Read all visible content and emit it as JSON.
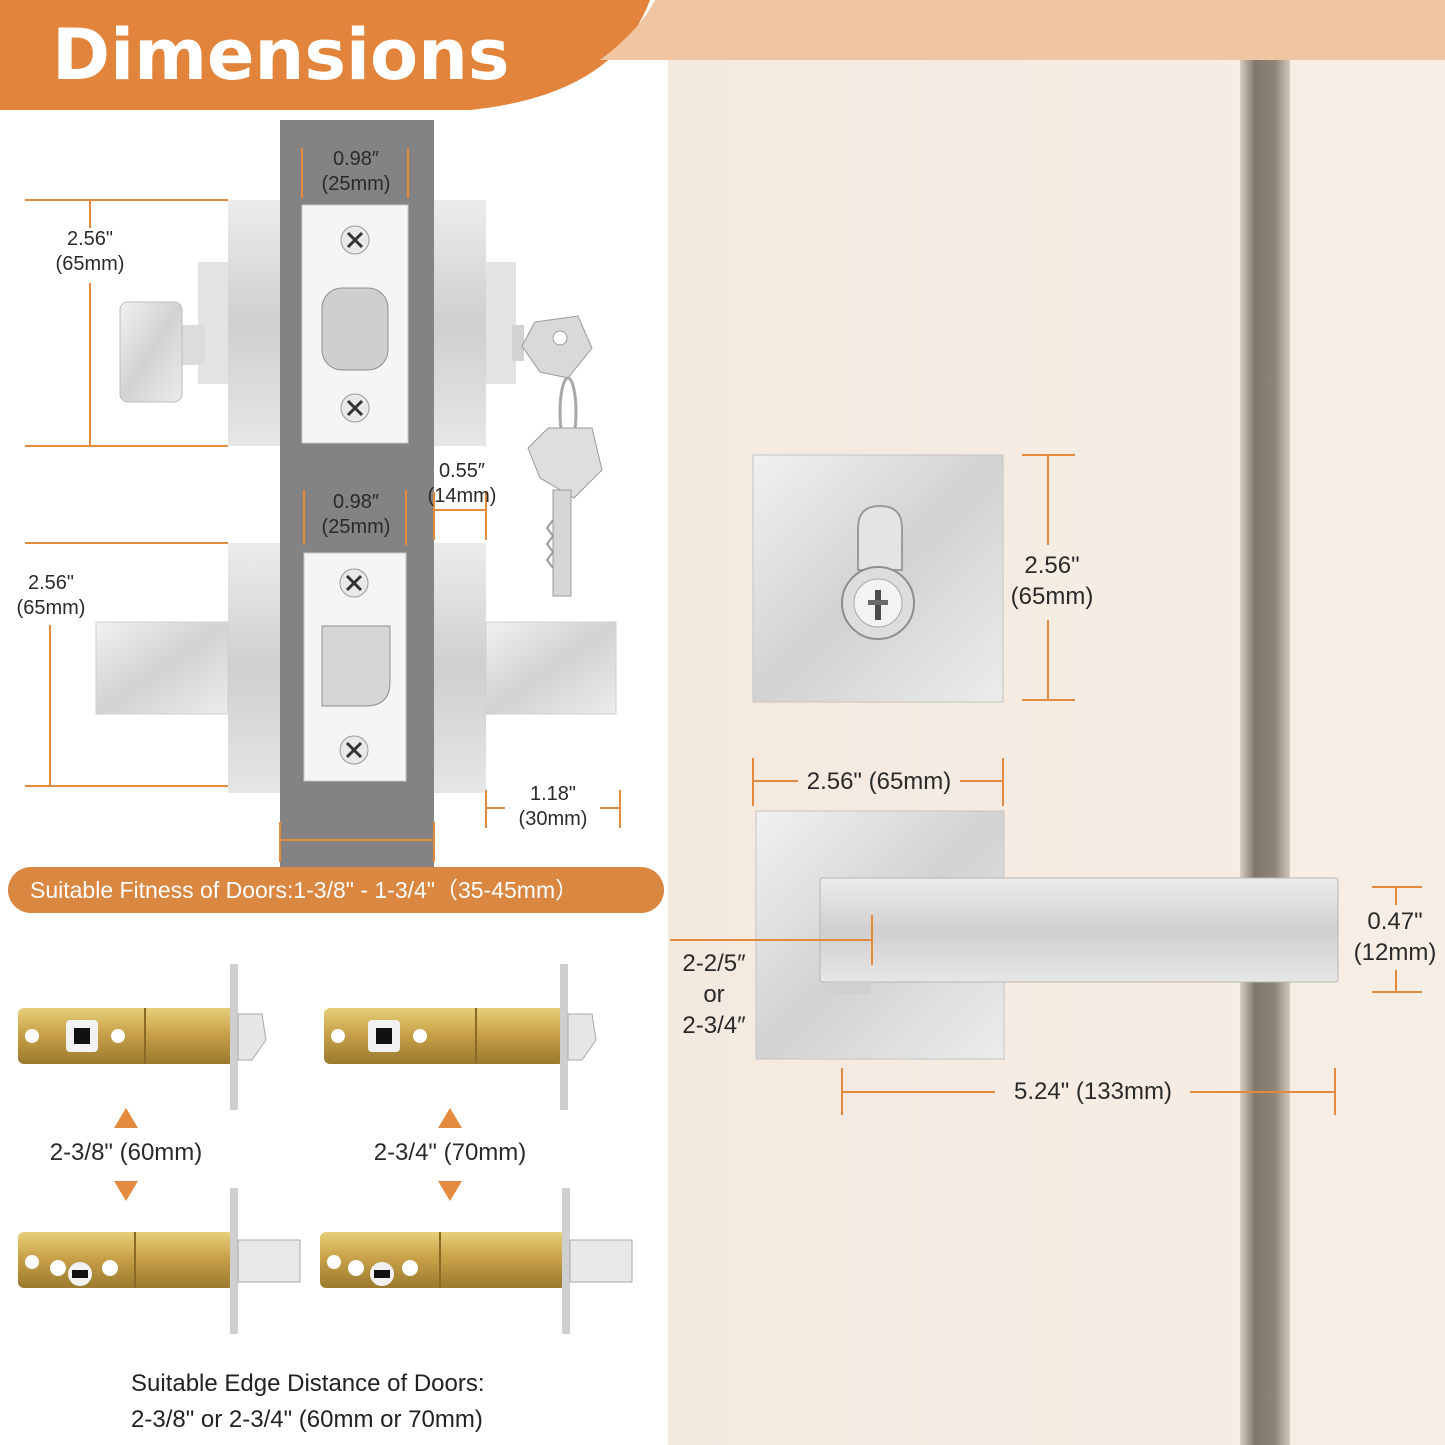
{
  "title": "Dimensions",
  "colors": {
    "accent": "#e2843b",
    "accent_light": "#f1c5a2",
    "dim_line": "#e38a3e",
    "door": "#f5ebe2",
    "frame": "#8b8276",
    "satin_nickel": "#d8d8d8",
    "brass": "#c9a24a",
    "gray_strip": "#838383"
  },
  "icons": [
    "phillips-screw-icon",
    "key-icon",
    "keyhole-icon",
    "arrow-up-icon",
    "arrow-down-icon"
  ],
  "deadbolt_exploded": {
    "faceplate_width": {
      "in": "0.98″",
      "mm": "(25mm)"
    },
    "rose_height": {
      "in": "2.56\"",
      "mm": "(65mm)"
    }
  },
  "lever_exploded": {
    "faceplate_width": {
      "in": "0.98″",
      "mm": "(25mm)"
    },
    "rose_height": {
      "in": "2.56\"",
      "mm": "(65mm)"
    },
    "rose_thickness": {
      "in": "0.55″",
      "mm": "(14mm)"
    },
    "lever_depth": {
      "in": "1.18\"",
      "mm": "(30mm)"
    }
  },
  "fitness_banner": "Suitable Fitness of Doors:1-3/8\" - 1-3/4\"（35-45mm）",
  "latch_options": [
    {
      "label": "2-3/8\" (60mm)"
    },
    {
      "label": "2-3/4\" (70mm)"
    }
  ],
  "edge_note": {
    "line1": "Suitable Edge Distance of Doors:",
    "line2": "2-3/8\" or 2-3/4\" (60mm or 70mm)"
  },
  "door_view": {
    "deadbolt_height": {
      "in": "2.56\"",
      "mm": "(65mm)"
    },
    "lever_rose_width": "2.56\" (65mm)",
    "backset": {
      "a": "2-2/5″",
      "or": "or",
      "b": "2-3/4″"
    },
    "lever_thickness": {
      "in": "0.47\"",
      "mm": "(12mm)"
    },
    "lever_length": "5.24\" (133mm)"
  }
}
